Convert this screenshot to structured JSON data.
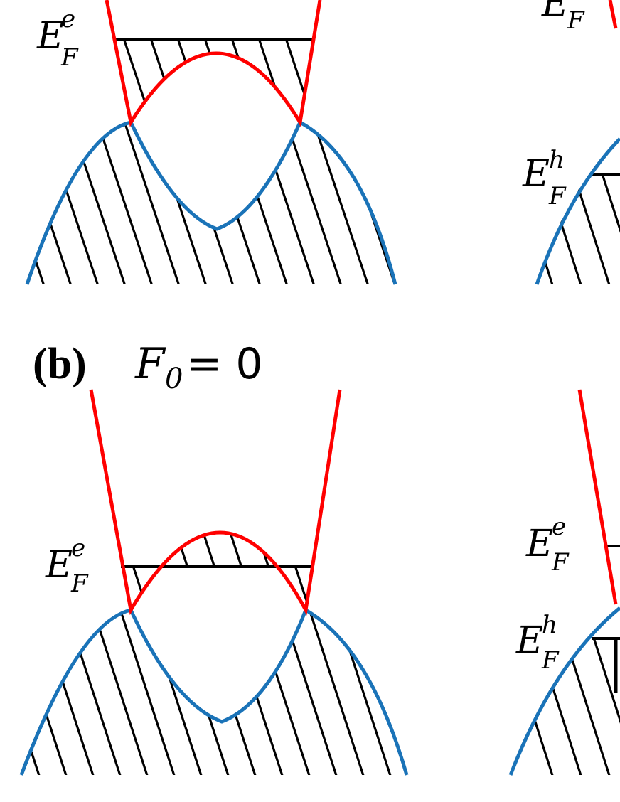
{
  "colors": {
    "conduction": "#ff0000",
    "valence": "#1a73b8",
    "hatch": "#000000",
    "background": "#ffffff"
  },
  "top_left": {
    "fermi_label": {
      "base": "E",
      "sup": "e",
      "sub": "F"
    }
  },
  "top_right": {
    "fermi_label_upper": {
      "base": "E",
      "sub": "F"
    },
    "fermi_label_lower": {
      "base": "E",
      "sup": "h",
      "sub": "F"
    }
  },
  "panel_b": {
    "tag": "(b)",
    "condition": {
      "symbol": "F",
      "sub": "0",
      "rest": " = 0"
    },
    "fermi_label": {
      "base": "E",
      "sup": "e",
      "sub": "F"
    }
  },
  "bottom_right": {
    "fermi_label_e": {
      "base": "E",
      "sup": "e",
      "sub": "F"
    },
    "fermi_label_h": {
      "base": "E",
      "sup": "h",
      "sub": "F"
    }
  }
}
